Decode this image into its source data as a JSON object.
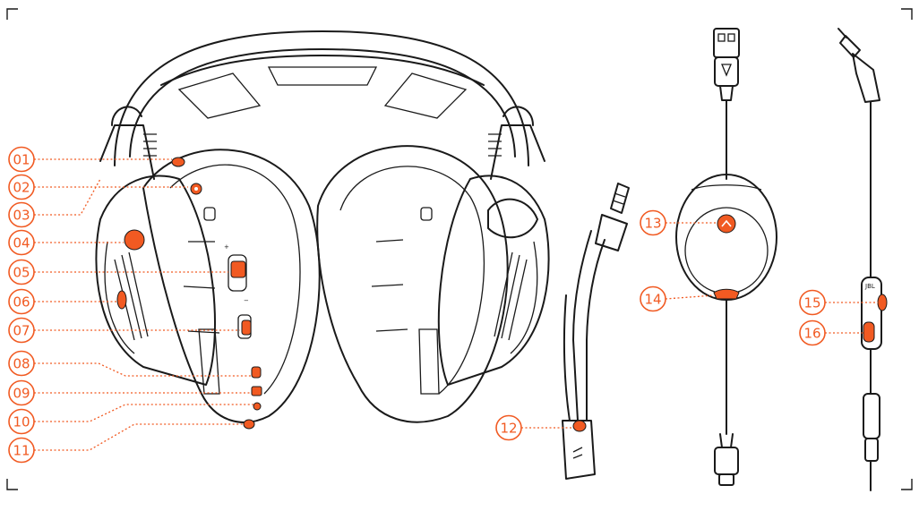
{
  "colors": {
    "accent": "#f15a22",
    "ink": "#1a1a1a",
    "background": "#ffffff"
  },
  "callouts": [
    {
      "id": "01"
    },
    {
      "id": "02"
    },
    {
      "id": "03"
    },
    {
      "id": "04"
    },
    {
      "id": "05"
    },
    {
      "id": "06"
    },
    {
      "id": "07"
    },
    {
      "id": "08"
    },
    {
      "id": "09"
    },
    {
      "id": "10"
    },
    {
      "id": "11"
    },
    {
      "id": "12"
    },
    {
      "id": "13"
    },
    {
      "id": "14"
    },
    {
      "id": "15"
    },
    {
      "id": "16"
    }
  ],
  "device_markings": {
    "volume_plus": "+",
    "volume_minus": "−",
    "control_logo": "JBL"
  }
}
